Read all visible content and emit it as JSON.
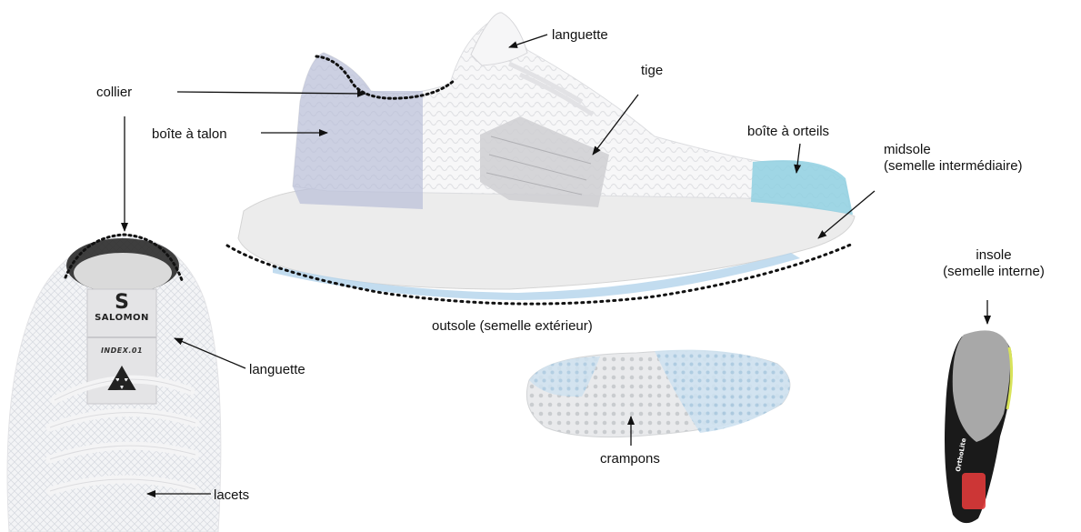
{
  "labels": {
    "languette_top": "languette",
    "collier": "collier",
    "tige": "tige",
    "boite_talon": "boîte à talon",
    "boite_orteils": "boîte à orteils",
    "midsole_line1": "midsole",
    "midsole_line2": "(semelle intermédiaire)",
    "outsole": "outsole (semelle extérieur)",
    "insole_line1": "insole",
    "insole_line2": "(semelle interne)",
    "languette_front": "languette",
    "lacets": "lacets",
    "crampons": "crampons"
  },
  "branding": {
    "brand_name": "SALOMON",
    "brand_symbol": "S",
    "model_name": "INDEX.01",
    "insole_brand": "OrthoLite"
  },
  "colors": {
    "heel_box_overlay": "#b9bfd8",
    "toe_box_overlay": "#8fd0e2",
    "upper_overlay": "#d0d0d0",
    "outsole_lugs": "#b7d6ec",
    "insole_top": "#a8a8a8",
    "insole_base": "#1a1a1a",
    "insole_accent": "#d8e35a"
  },
  "icons": {
    "recycle": "recycle-icon"
  }
}
